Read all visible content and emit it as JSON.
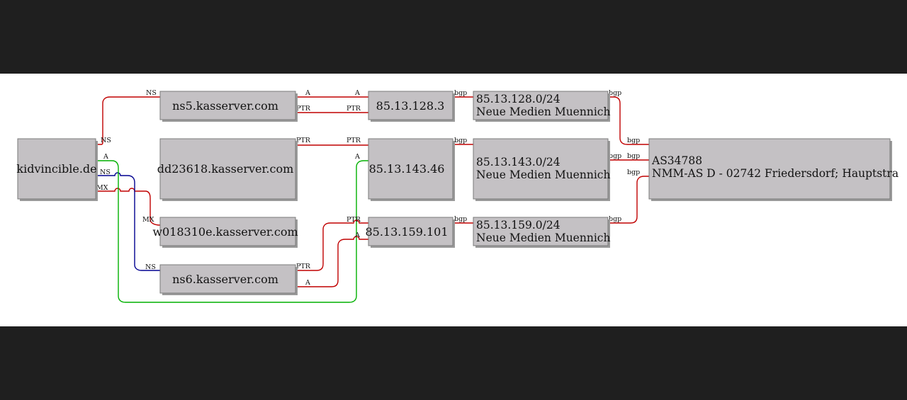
{
  "nodes": {
    "domain": "kidvincible.de",
    "ns5": "ns5.kasserver.com",
    "dd": "dd23618.kasserver.com",
    "w01": "w018310e.kasserver.com",
    "ns6": "ns6.kasserver.com",
    "ip128": "85.13.128.3",
    "ip143": "85.13.143.46",
    "ip159": "85.13.159.101",
    "net128_a": "85.13.128.0/24",
    "net128_b": "Neue Medien Muennich",
    "net143_a": "85.13.143.0/24",
    "net143_b": "Neue Medien Muennich",
    "net159_a": "85.13.159.0/24",
    "net159_b": "Neue Medien Muennich",
    "as_a": "AS34788",
    "as_b": "NMM-AS D - 02742 Friedersdorf; Hauptstra"
  },
  "labels": {
    "ns": "NS",
    "a": "A",
    "mx": "MX",
    "ptr": "PTR",
    "bgp": "bgp"
  },
  "colors": {
    "red": "#c00000",
    "blue": "#000090",
    "green": "#00b000"
  }
}
